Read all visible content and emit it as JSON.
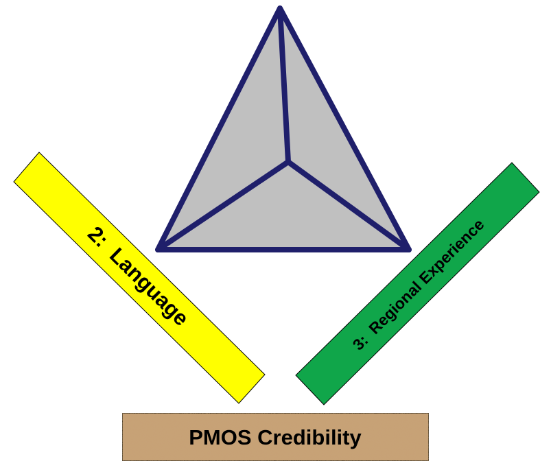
{
  "diagram": {
    "pyramid": {
      "fill_color": "#c0c0c0",
      "stroke_color": "#1f1f6b"
    },
    "bars": [
      {
        "label": "2:  Language",
        "color": "#ffff00"
      },
      {
        "label": "3:  Regional Experience",
        "color": "#10a64a"
      }
    ],
    "base": {
      "label": "PMOS Credibility",
      "color": "#c8a074"
    }
  }
}
